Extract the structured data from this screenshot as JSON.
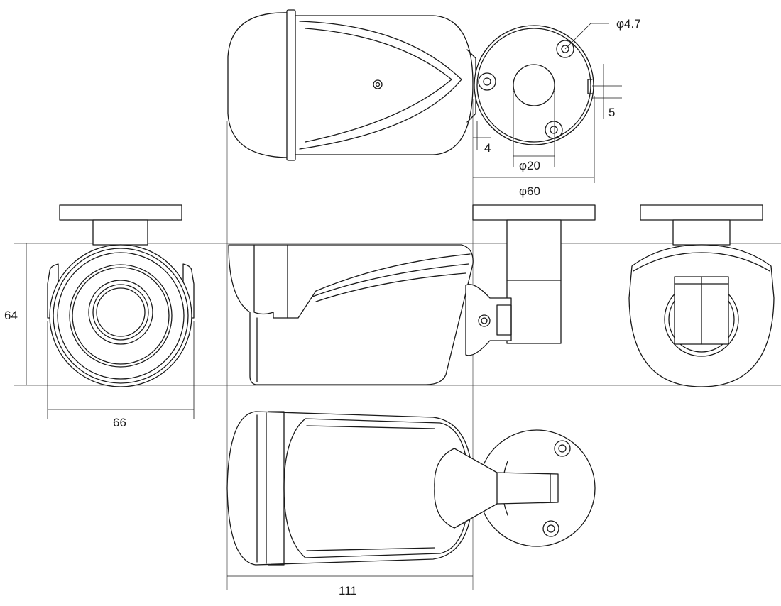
{
  "dimensions": {
    "height": "64",
    "width": "66",
    "length": "111",
    "hole_diameter": "φ4.7",
    "slot_height": "5",
    "offset": "4",
    "cable_hole_diameter": "φ20",
    "base_diameter": "φ60"
  },
  "views": [
    "top-view",
    "front-view",
    "side-view",
    "rear-view",
    "bottom-view",
    "base-plate-view"
  ],
  "line_color": "#1a1a1a"
}
